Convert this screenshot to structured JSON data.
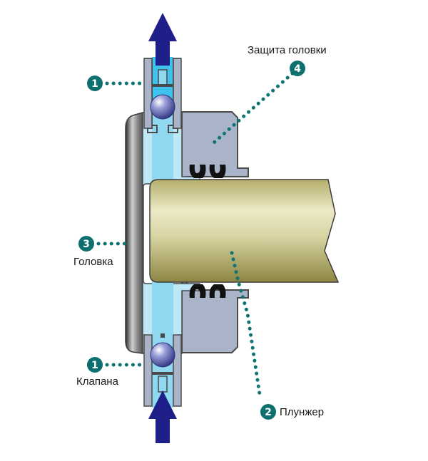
{
  "labels": {
    "head_protection": "Защита головки",
    "plunger": "Плунжер",
    "head": "Головка",
    "valves": "Клапана"
  },
  "badges": {
    "valve_top": "1",
    "valve_bottom": "1",
    "plunger": "2",
    "head": "3",
    "head_protection": "4"
  },
  "colors": {
    "fluid": "#8fd8f0",
    "fluid_bright": "#3fc3ee",
    "housing": "#a9b4c8",
    "outline": "#4a4a4a",
    "badge": "#0e6f6f",
    "leader": "#0e7373",
    "arrow": "#1f1f8a",
    "seal": "#111111"
  }
}
